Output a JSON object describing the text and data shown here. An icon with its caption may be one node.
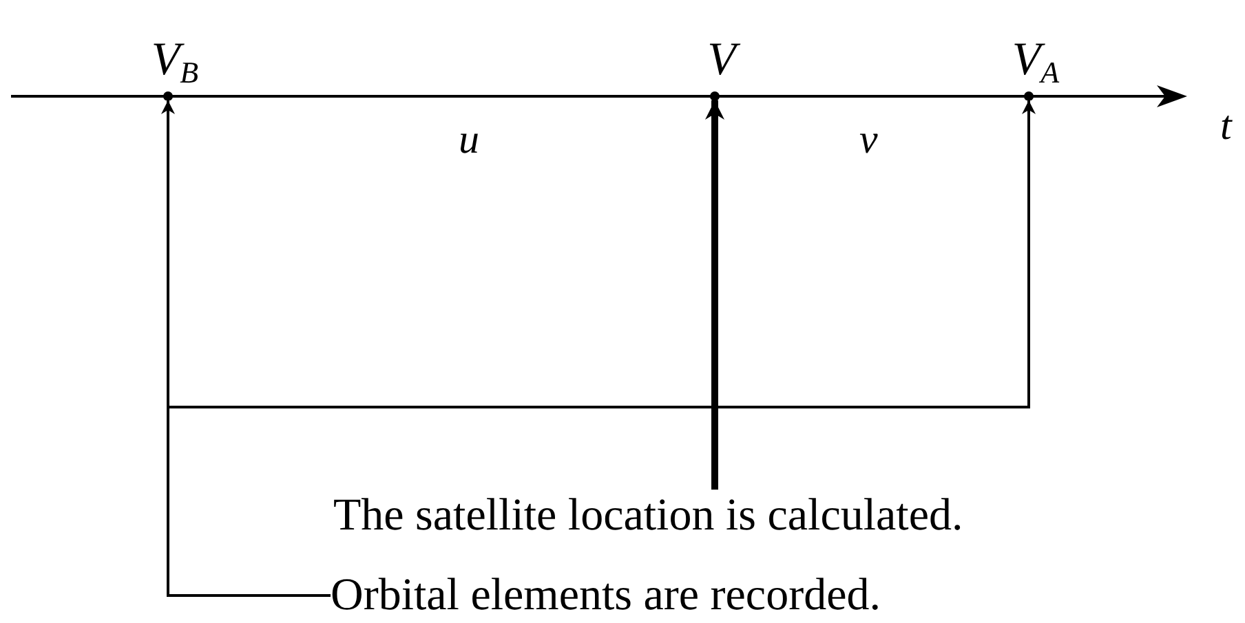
{
  "diagram": {
    "nodes": [
      {
        "text": [
          "V$_{B}$"
        ]
      },
      {
        "text": [
          "V"
        ]
      },
      {
        "text": [
          "V$_{A}$"
        ]
      },
      {
        "text": [
          "The satellite location is calculated."
        ]
      },
      {
        "text": [
          "Orbital elements are recorded."
        ]
      }
    ],
    "edges": [
      {
        "from": 3,
        "to": 1,
        "arrow": "to",
        "style": "thick"
      },
      {
        "from": 4,
        "to": 0,
        "arrow": "to"
      },
      {
        "from": 4,
        "to": 2,
        "arrow": "to"
      }
    ],
    "labels": [
      "t",
      "u",
      "v"
    ]
  }
}
